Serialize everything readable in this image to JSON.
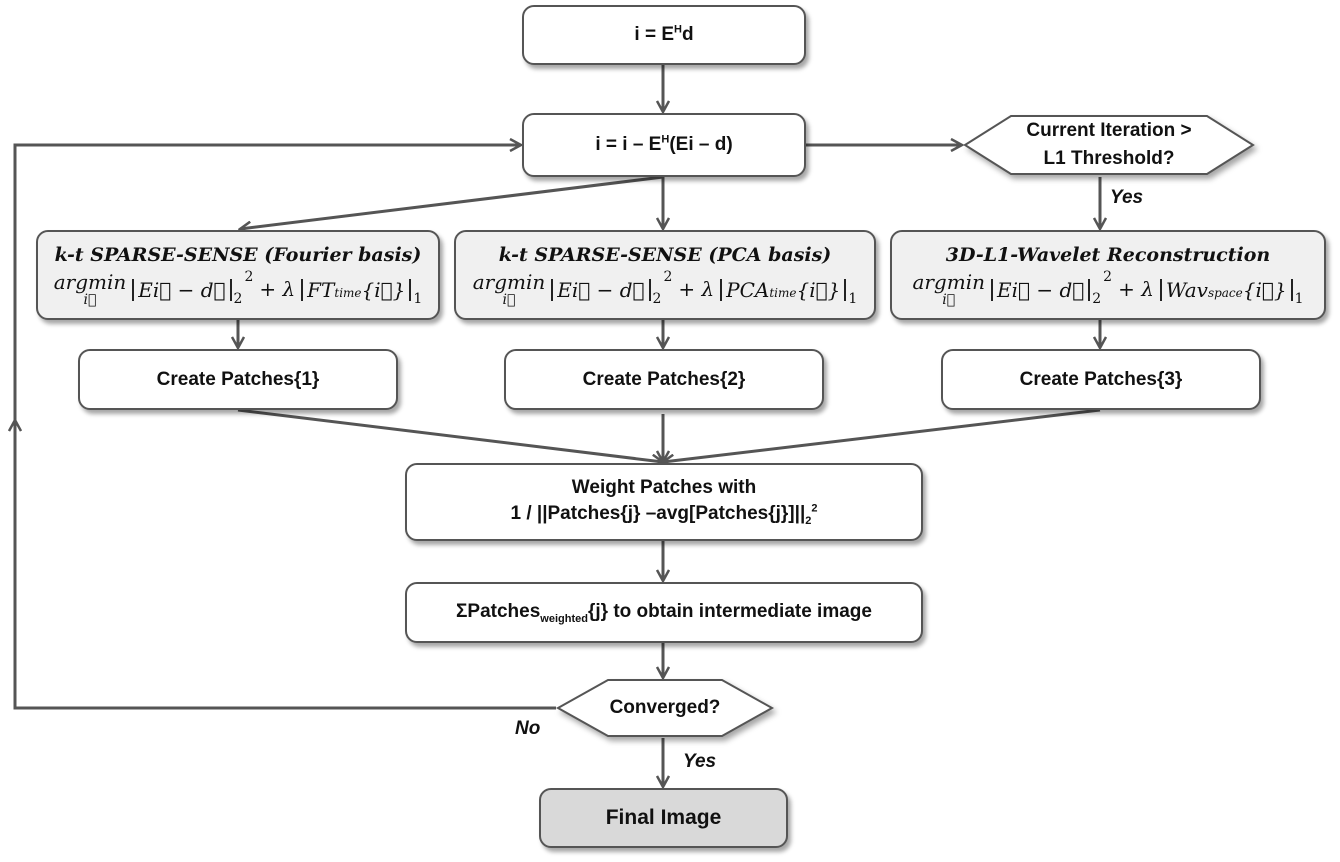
{
  "diagram": {
    "nodes": {
      "init": {
        "text": "i = E",
        "sup": "H",
        "after": "d"
      },
      "update": {
        "text": "i = i – E",
        "sup": "H",
        "after": "(Ei – d)"
      },
      "threshold": {
        "line1": "Current Iteration >",
        "line2": "L1 Threshold?"
      },
      "fourier": {
        "title": "k-t SPARSE-SENSE (Fourier basis)",
        "argmin": "argmin",
        "argmin_sub": "i⃗",
        "data_term": "Ei⃗ − d⃗",
        "p2": "2",
        "sq": "2",
        "plus_lambda": "+ λ",
        "reg_op": "FT",
        "reg_sub": "time",
        "reg_arg": "{i⃗}",
        "p1": "1"
      },
      "pca": {
        "title": "k-t SPARSE-SENSE (PCA basis)",
        "argmin": "argmin",
        "argmin_sub": "i⃗",
        "data_term": "Ei⃗ − d⃗",
        "p2": "2",
        "sq": "2",
        "plus_lambda": "+ λ",
        "reg_op": "PCA",
        "reg_sub": "time",
        "reg_arg": "{i⃗}",
        "p1": "1"
      },
      "wavelet": {
        "title": "3D-L1-Wavelet Reconstruction",
        "argmin": "argmin",
        "argmin_sub": "i⃗",
        "data_term": "Ei⃗ − d⃗",
        "p2": "2",
        "sq": "2",
        "plus_lambda": "+ λ",
        "reg_op": "Wav",
        "reg_sub": "space",
        "reg_arg": "{i⃗}",
        "p1": "1"
      },
      "patches1": {
        "text": "Create Patches{1}"
      },
      "patches2": {
        "text": "Create Patches{2}"
      },
      "patches3": {
        "text": "Create Patches{3}"
      },
      "weight": {
        "line1": "Weight Patches with",
        "line2_pre": "1 / ||Patches{j} –avg[Patches{j}]||",
        "line2_sub": "2",
        "line2_sup": "2"
      },
      "sum": {
        "pre": "ΣPatches",
        "sub": "weighted",
        "post": "{j} to obtain intermediate image"
      },
      "converged": {
        "text": "Converged?"
      },
      "final": {
        "text": "Final Image"
      }
    },
    "edge_labels": {
      "threshold_yes": "Yes",
      "converged_no": "No",
      "converged_yes": "Yes"
    },
    "colors": {
      "stroke": "#555555",
      "method_fill": "#f0f0f0",
      "final_fill": "#d9d9d9",
      "node_fill": "#ffffff"
    }
  }
}
